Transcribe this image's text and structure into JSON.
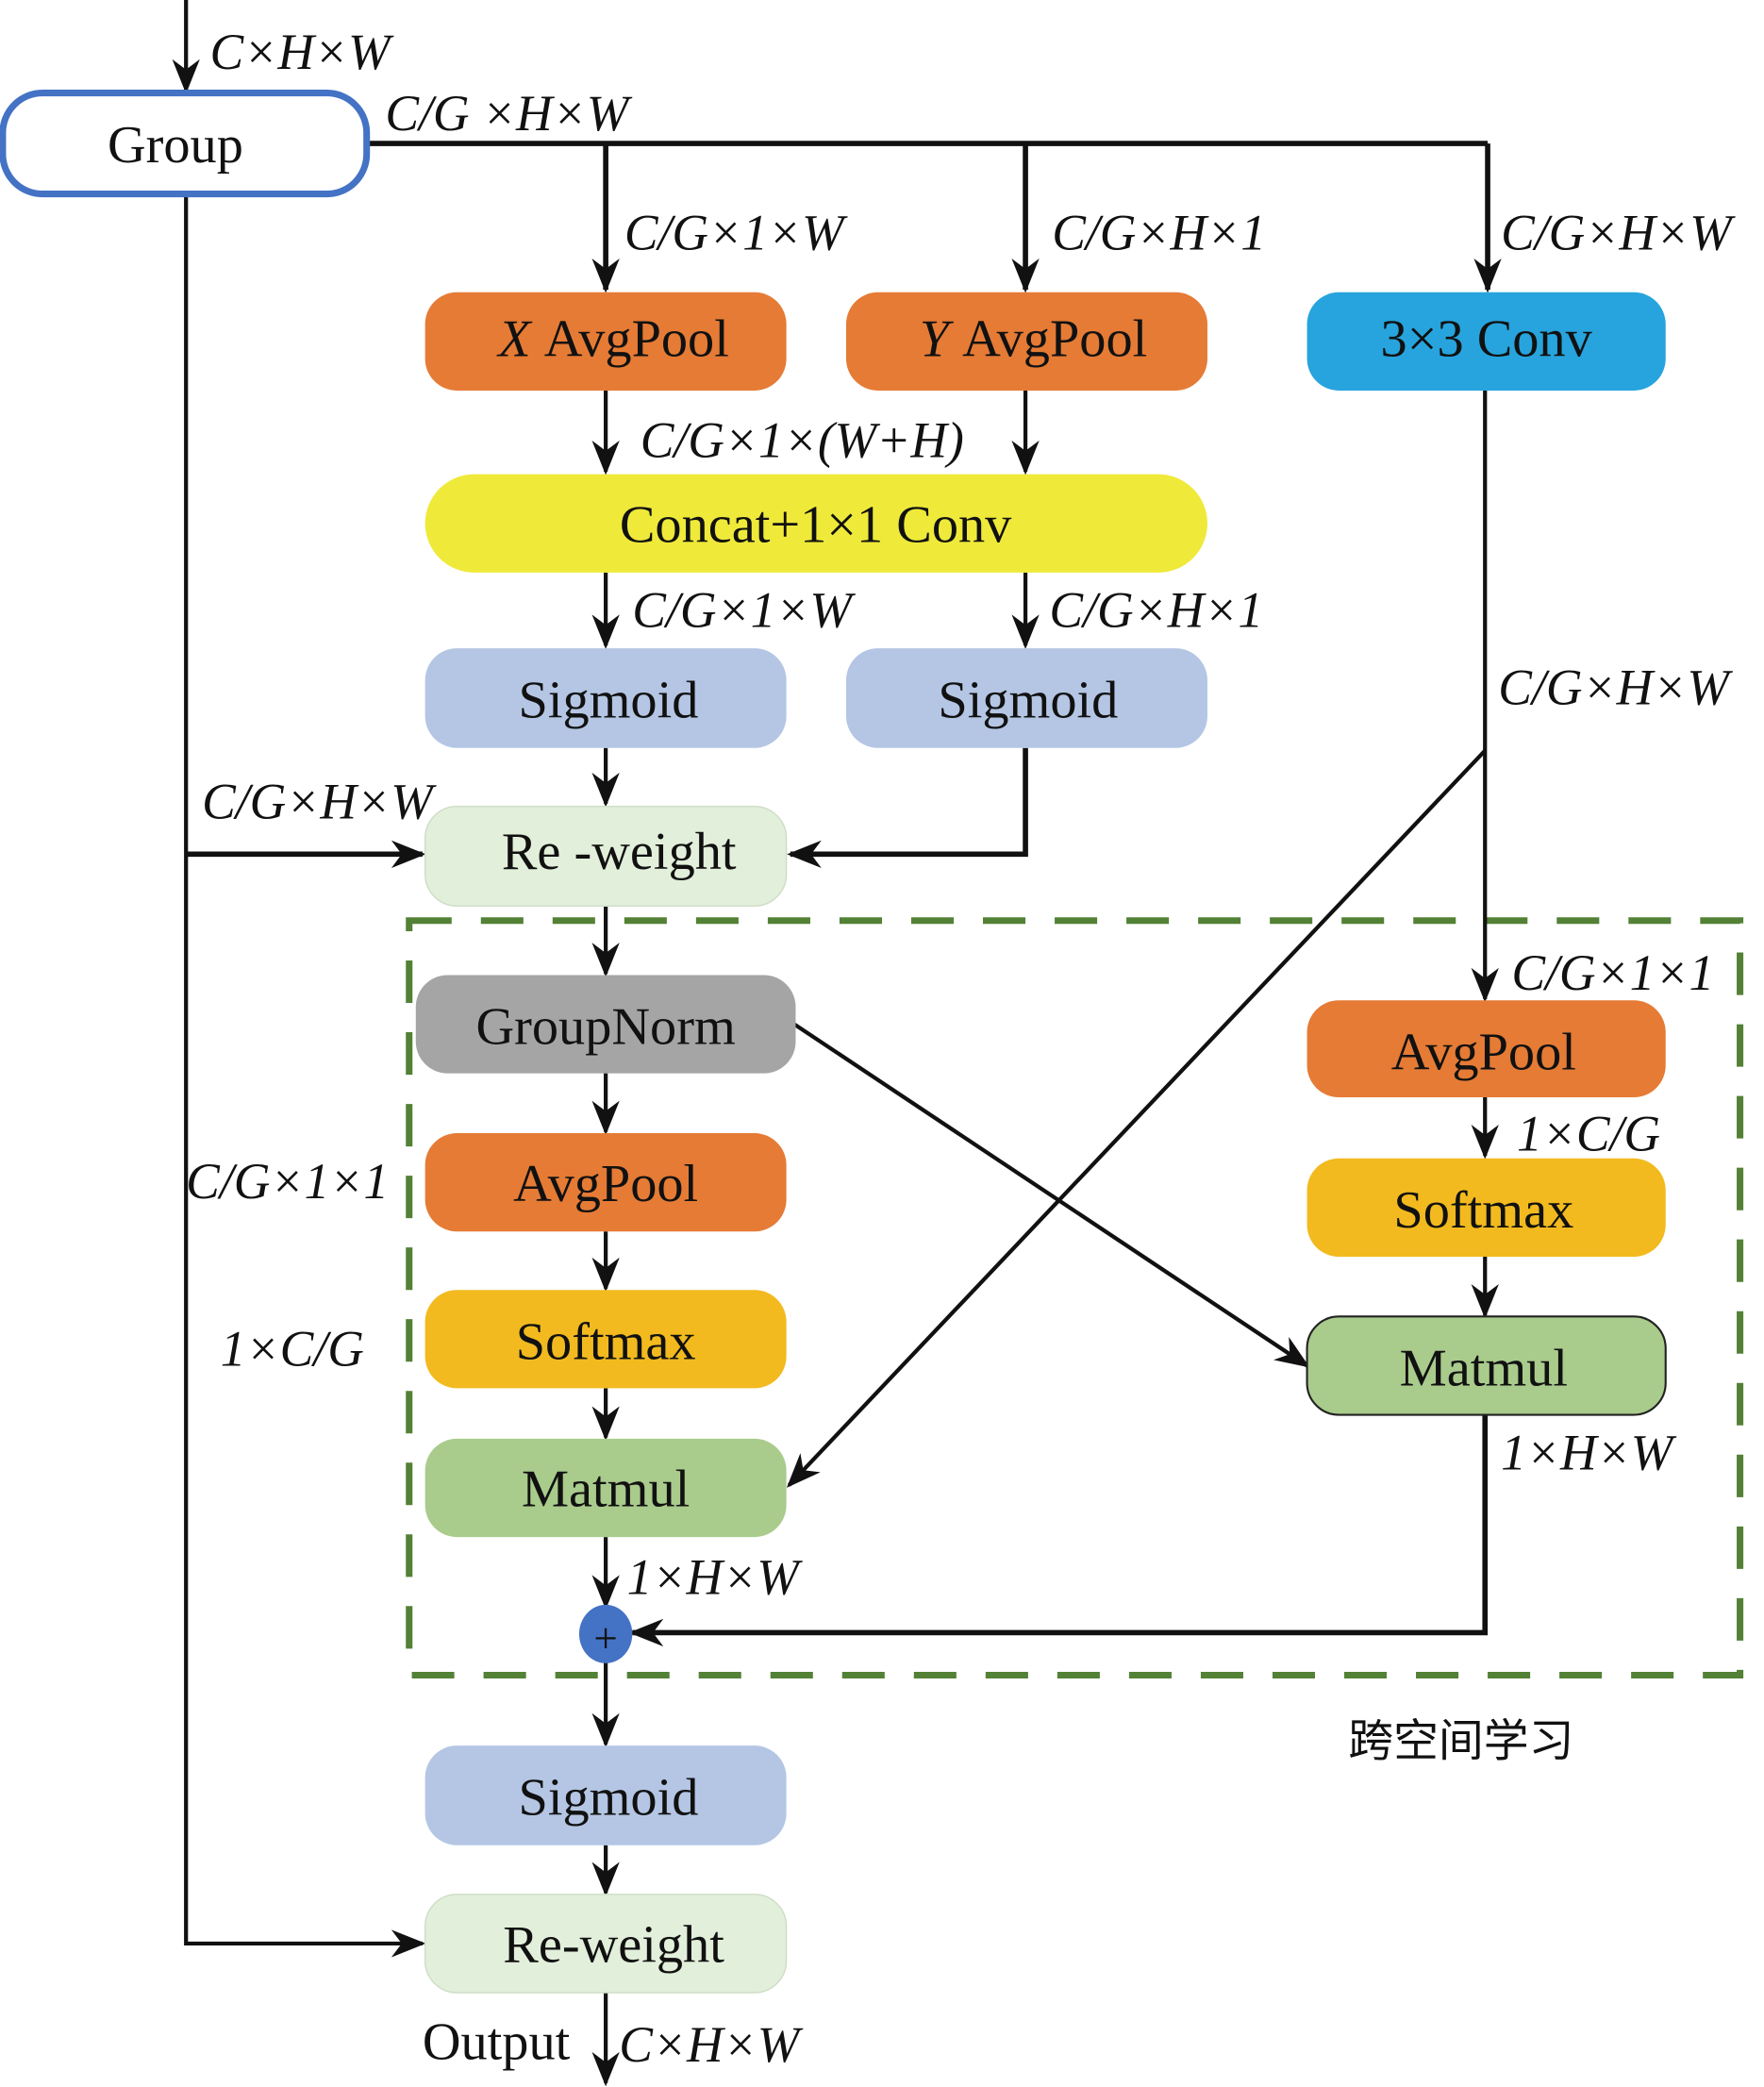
{
  "title": "Cross-spatial learning attention module diagram",
  "colors": {
    "group_border": "#4472C4",
    "avgpool": "#E57B35",
    "conv3x3": "#27A4DD",
    "concat": "#EFE93A",
    "sigmoid": "#B4C6E4",
    "reweight": "#E2EFDA",
    "groupnorm": "#A5A5A5",
    "softmax": "#F2BA1E",
    "matmul": "#A9CB8C",
    "plus": "#4472C4",
    "dashed_region": "#538135"
  },
  "nodes": {
    "group": "Group",
    "x_avgpool_var": "X",
    "x_avgpool": "AvgPool",
    "y_avgpool_var": "Y",
    "y_avgpool": "AvgPool",
    "conv3x3": "3×3 Conv",
    "concat": "Concat+1×1 Conv",
    "sigmoid_left": "Sigmoid",
    "sigmoid_right": "Sigmoid",
    "reweight_top": "Re -weight",
    "groupnorm": "GroupNorm",
    "avgpool_left": "AvgPool",
    "softmax_left": "Softmax",
    "matmul_left": "Matmul",
    "avgpool_right": "AvgPool",
    "softmax_right": "Softmax",
    "matmul_right": "Matmul",
    "plus": "+",
    "sigmoid_bottom": "Sigmoid",
    "reweight_bottom": "Re-weight",
    "output": "Output"
  },
  "dims": {
    "input": "C×H×W",
    "group_out": "C/G ×H×W",
    "to_xpool": "C/G×1×W",
    "to_ypool": "C/G×H×1",
    "to_conv": "C/G×H×W",
    "pool_concat": "C/G×1×(W+H)",
    "concat_left": "C/G×1×W",
    "concat_right": "C/G×H×1",
    "conv_out": "C/G×H×W",
    "skip_top": "C/G×H×W",
    "right_pool_in": "C/G×1×1",
    "right_pool_out": "1×C/G",
    "left_pool_out": "C/G×1×1",
    "left_softmax_in": "1×C/G",
    "right_matmul_out": "1×H×W",
    "left_matmul_out": "1×H×W",
    "output": "C×H×W"
  },
  "region_label": "跨空间学习"
}
